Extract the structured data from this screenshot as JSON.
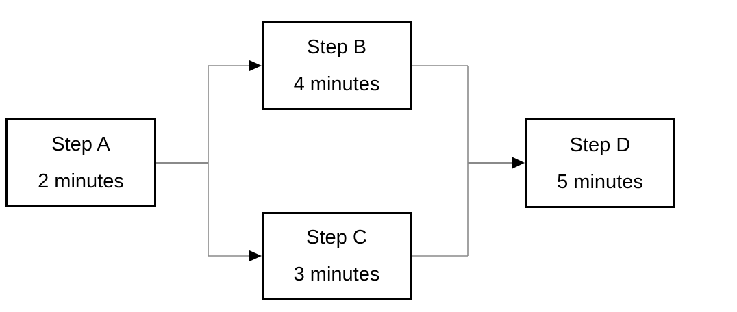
{
  "diagram": {
    "type": "flowchart",
    "description": "Process flow with a parallel split and merge",
    "nodes": [
      {
        "id": "A",
        "label": "Step A",
        "duration": "2 minutes"
      },
      {
        "id": "B",
        "label": "Step B",
        "duration": "4 minutes"
      },
      {
        "id": "C",
        "label": "Step C",
        "duration": "3 minutes"
      },
      {
        "id": "D",
        "label": "Step D",
        "duration": "5 minutes"
      }
    ],
    "edges": [
      {
        "from": "Step A",
        "to": "Step B"
      },
      {
        "from": "Step A",
        "to": "Step C"
      },
      {
        "from": "Step B",
        "to": "Step D"
      },
      {
        "from": "Step C",
        "to": "Step D"
      }
    ],
    "colors": {
      "background": "#ffffff",
      "node_fill": "#ffffff",
      "node_border": "#000000",
      "connector_line": "#8a8a8a",
      "arrowhead": "#000000",
      "text": "#000000"
    }
  }
}
